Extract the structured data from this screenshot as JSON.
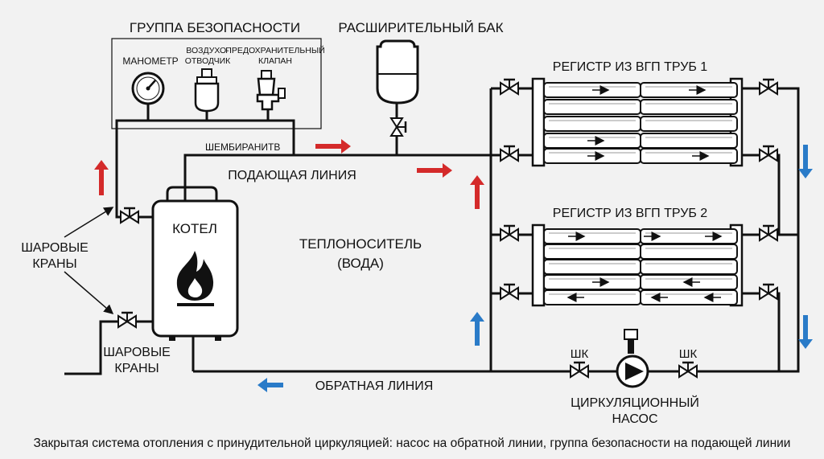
{
  "labels": {
    "safety_group": "ГРУППА БЕЗОПАСНОСТИ",
    "manometer": "МАНОМЕТР",
    "air_vent_1": "ВОЗДУХО-",
    "air_vent_2": "ОТВОДЧИК",
    "relief_valve_1": "ПРЕДОХРАНИТЕЛЬНЫЙ",
    "relief_valve_2": "КЛАПАН",
    "expansion_tank": "РАСШИРИТЕЛЬНЫЙ БАК",
    "shembiranitv": "ШЕМБИРАНИТВ",
    "supply_line": "ПОДАЮЩАЯ ЛИНИЯ",
    "register_1": "РЕГИСТР ИЗ ВГП ТРУБ 1",
    "register_2": "РЕГИСТР ИЗ ВГП ТРУБ 2",
    "ball_valves_left_1": "ШАРОВЫЕ",
    "ball_valves_left_2": "КРАНЫ",
    "ball_valves_bottom_1": "ШАРОВЫЕ",
    "ball_valves_bottom_2": "КРАНЫ",
    "boiler": "КОТЕЛ",
    "coolant_1": "ТЕПЛОНОСИТЕЛЬ",
    "coolant_2": "(ВОДА)",
    "return_line": "ОБРАТНАЯ ЛИНИЯ",
    "shk_left": "ШК",
    "shk_right": "ШК",
    "pump_1": "ЦИРКУЛЯЦИОННЫЙ",
    "pump_2": "НАСОС",
    "caption": "Закрытая система отопления с принудительной циркуляцией: насос на обратной линии, группа безопасности на подающей линии"
  },
  "colors": {
    "hot_arrow": "#d42a2a",
    "cold_arrow": "#2a7bc8",
    "background": "#f2f2f2",
    "line": "#111111"
  },
  "icons": {
    "boiler_flame": "flame-icon",
    "pump": "circulation-pump-icon",
    "manometer": "pressure-gauge-icon"
  }
}
